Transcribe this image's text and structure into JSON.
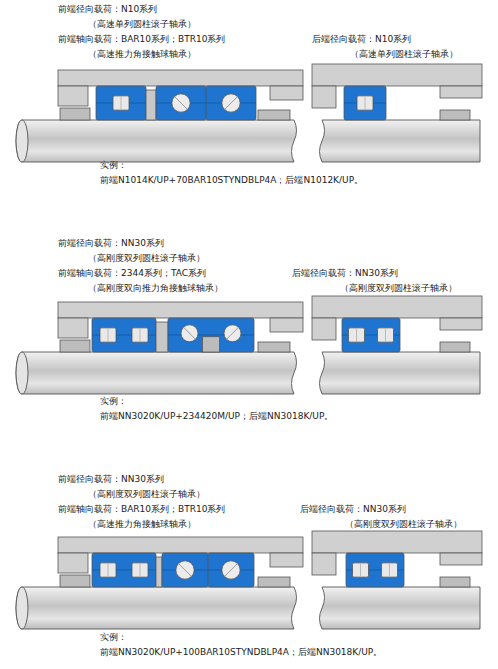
{
  "diagram": {
    "labels": [
      "前端径向载荷：N10系列",
      "（高速单列圆柱滚子轴承）",
      "前端轴向载荷：BAR10系列；BTR10系列",
      "（高速推力角接触球轴承）",
      "后端径向载荷：N10系列",
      "（高速单列圆柱滚子轴承）",
      "实例：",
      "前端N1014K/UP+70BAR10STYNDBLP4A；后端N1012K/UP。",
      "前端径向载荷：NN30系列",
      "（高刚度双列圆柱滚子轴承）",
      "前端轴向载荷：2344系列；TAC系列",
      "（高刚度双向推力角接触球轴承）",
      "后端径向载荷：NN30系列",
      "（高刚度双列圆柱滚子轴承）",
      "实例：",
      "前端NN3020K/UP+234420M/UP；后端NN3018K/UP。",
      "前端径向载荷：NN30系列",
      "（高刚度双列圆柱滚子轴承）",
      "前端轴向载荷：BAR10系列；BTR10系列",
      "（高速推力角接触球轴承）",
      "后端径向载荷：NN30系列",
      "（高刚度双列圆柱滚子轴承）",
      "实例：",
      "前端NN3020K/UP+100BAR10STYNDBLP4A；后端NN3018K/UP。"
    ]
  }
}
